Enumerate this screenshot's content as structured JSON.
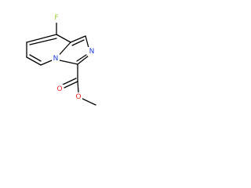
{
  "molecule": {
    "atoms": {
      "fluorine": "F",
      "bridgehead_nitrogen": "N",
      "imidazole_nitrogen": "N",
      "carbonyl_oxygen": "O",
      "ester_oxygen": "O"
    }
  },
  "colors": {
    "bond": "#000000",
    "fluorine": "#9ACD32",
    "nitrogen": "#1F3DE8",
    "oxygen": "#E8231F"
  }
}
